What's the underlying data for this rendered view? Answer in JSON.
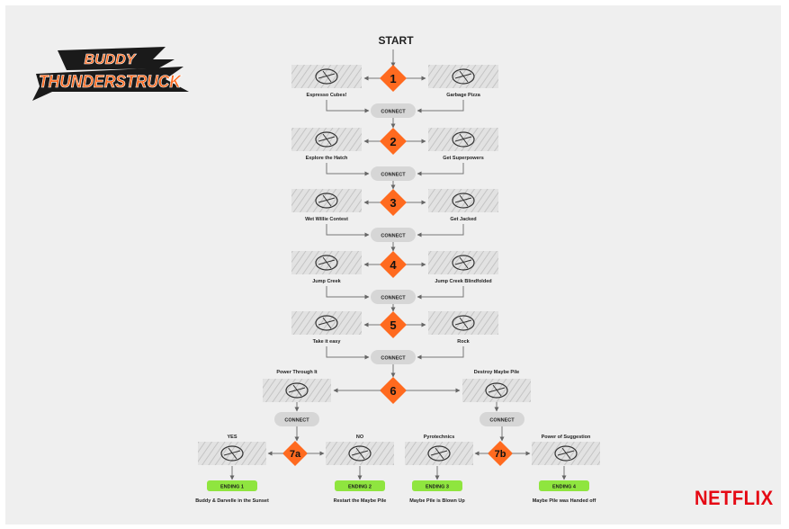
{
  "title": "START",
  "logo_line1": "BUDDY",
  "logo_line2": "THUNDERSTRUCK",
  "brand": "NETFLIX",
  "colors": {
    "diamond": "#ff6a1f",
    "ending": "#8fe53f",
    "connector": "#777777",
    "connect_box": "#d6d6d6",
    "brand": "#e50914"
  },
  "connect_label": "CONNECT",
  "steps": [
    {
      "num": "1",
      "left": "Espresso Cubes!",
      "right": "Garbage Pizza",
      "left_icon": "coffee-cups-icon",
      "right_icon": "pizza-slice-icon"
    },
    {
      "num": "2",
      "left": "Explore the Hatch",
      "right": "Get Superpowers",
      "left_icon": "hatch-spiral-icon",
      "right_icon": "feather-flight-icon"
    },
    {
      "num": "3",
      "left": "Wet Willie Contest",
      "right": "Get Jacked",
      "left_icon": "pointing-hand-icon",
      "right_icon": "flexing-arm-icon"
    },
    {
      "num": "4",
      "left": "Jump Creek",
      "right": "Jump Creek Blindfolded",
      "left_icon": "jumping-figure-icon",
      "right_icon": "blindfold-jump-icon"
    },
    {
      "num": "5",
      "left": "Take it easy",
      "right": "Rock",
      "left_icon": "relaxing-figure-icon",
      "right_icon": "rock-icon"
    }
  ],
  "step6": {
    "num": "6",
    "left": "Power Through It",
    "right": "Destroy Maybe Pile",
    "left_icon": "power-hands-icon",
    "right_icon": "explosion-box-icon"
  },
  "branches": [
    {
      "num": "7a",
      "left": "YES",
      "right": "NO",
      "left_icon": "thumbs-up-icon",
      "right_icon": "hand-stop-icon",
      "endings": [
        {
          "label": "ENDING 1",
          "caption": "Buddy & Darvelle in the Sunset"
        },
        {
          "label": "ENDING 2",
          "caption": "Restart the Maybe Pile"
        }
      ]
    },
    {
      "num": "7b",
      "left": "Pyrotechnics",
      "right": "Power of Suggestion",
      "left_icon": "fireworks-tube-icon",
      "right_icon": "suggestion-signs-icon",
      "endings": [
        {
          "label": "ENDING 3",
          "caption": "Maybe Pile is Blown Up"
        },
        {
          "label": "ENDING 4",
          "caption": "Maybe Pile was Handed off"
        }
      ]
    }
  ]
}
